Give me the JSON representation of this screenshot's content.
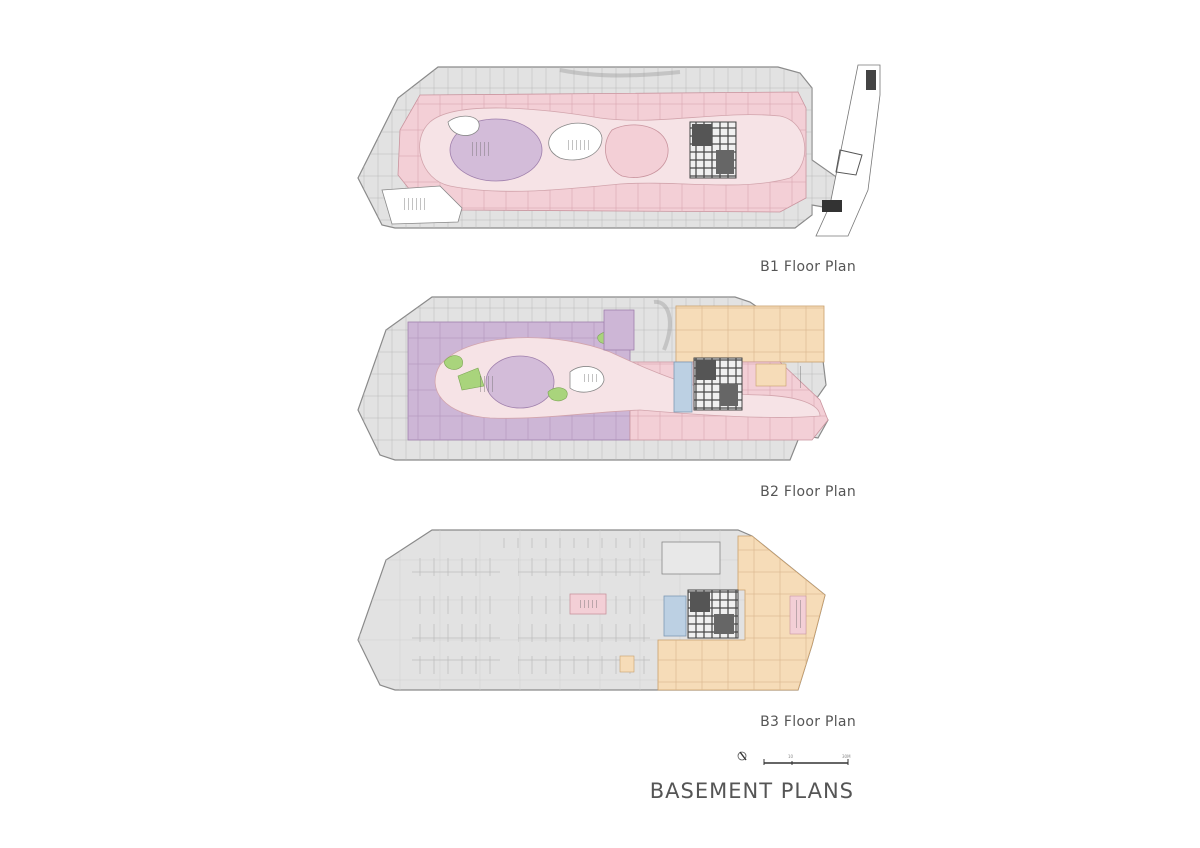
{
  "plans": [
    {
      "label": "B1 Floor Plan"
    },
    {
      "label": "B2 Floor Plan"
    },
    {
      "label": "B3 Floor Plan"
    }
  ],
  "scale_bar": {
    "mid_label": "10",
    "end_label": "30M"
  },
  "sheet_title": "BASEMENT PLANS",
  "colors": {
    "outline": "#8a8a8a",
    "parking_grey": "#e2e2e2",
    "retail_pink": "#f3cfd6",
    "corridor_pink": "#f6e3e6",
    "atrium_purple": "#d3bcd9",
    "hypermart_purple": "#cdb6d6",
    "office_orange": "#f6dcb8",
    "core_blue": "#bcd0e3",
    "planter_green": "#a9d47c",
    "core_dark": "#555555"
  }
}
